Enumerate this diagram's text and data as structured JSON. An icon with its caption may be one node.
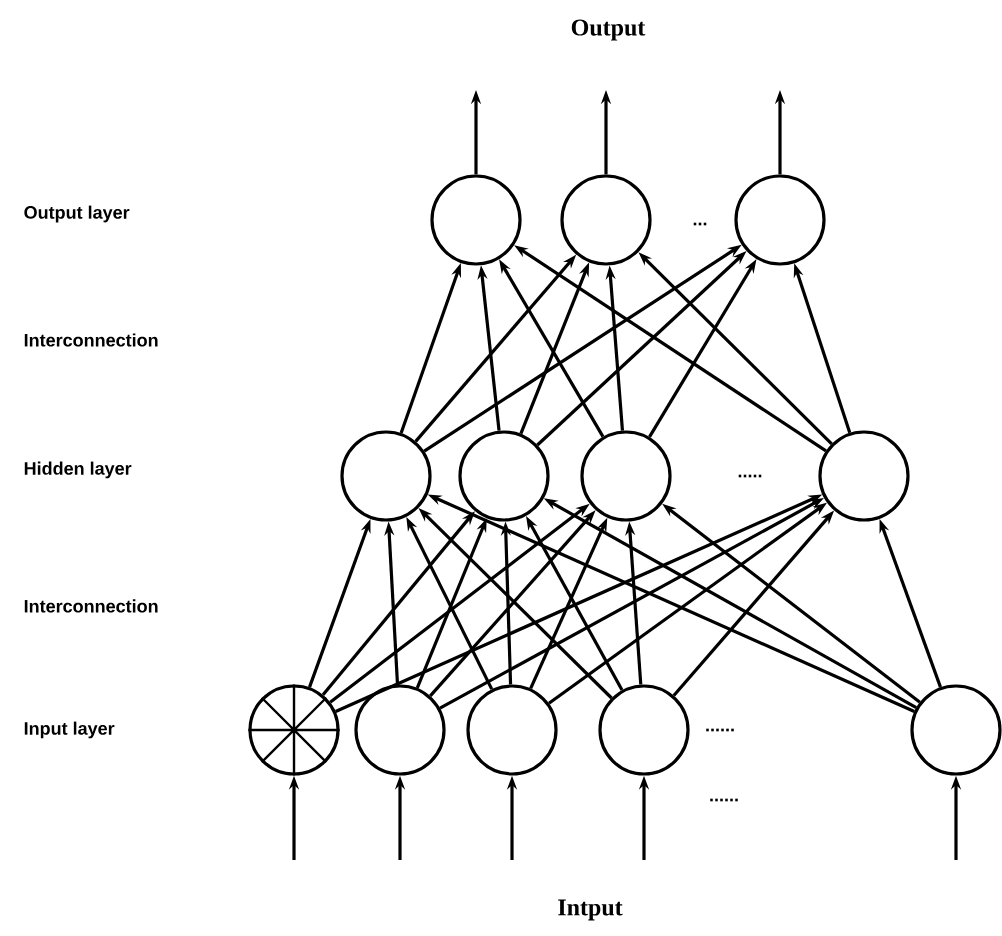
{
  "diagram": {
    "nodes": [
      {
        "text": [],
        "shape": "circle"
      },
      {
        "text": [],
        "shape": "circle"
      },
      {
        "text": [],
        "shape": "circle"
      },
      {
        "text": [],
        "shape": "circle"
      },
      {
        "text": [],
        "shape": "circle"
      },
      {
        "text": [],
        "shape": "circle"
      },
      {
        "text": [],
        "shape": "circle"
      },
      {
        "text": [],
        "shape": "circle"
      },
      {
        "text": [],
        "shape": "circle"
      },
      {
        "text": [],
        "shape": "circle"
      },
      {
        "text": [],
        "shape": "circle"
      },
      {
        "text": [],
        "shape": "circle"
      }
    ],
    "edges": [
      {
        "from": 0,
        "to": null,
        "arrow": "to"
      },
      {
        "from": 1,
        "to": null,
        "arrow": "to"
      },
      {
        "from": 2,
        "to": null,
        "arrow": "to"
      },
      {
        "from": 3,
        "to": 0,
        "arrow": "to"
      },
      {
        "from": 3,
        "to": 1,
        "arrow": "to"
      },
      {
        "from": 3,
        "to": 2,
        "arrow": "to"
      },
      {
        "from": 4,
        "to": 0,
        "arrow": "to"
      },
      {
        "from": 4,
        "to": 1,
        "arrow": "to"
      },
      {
        "from": 4,
        "to": 2,
        "arrow": "to"
      },
      {
        "from": 5,
        "to": 0,
        "arrow": "to"
      },
      {
        "from": 5,
        "to": 1,
        "arrow": "to"
      },
      {
        "from": 5,
        "to": 2,
        "arrow": "to"
      },
      {
        "from": 6,
        "to": 0,
        "arrow": "to"
      },
      {
        "from": 6,
        "to": 1,
        "arrow": "to"
      },
      {
        "from": 6,
        "to": 2,
        "arrow": "to"
      },
      {
        "from": 7,
        "to": 3,
        "arrow": "to"
      },
      {
        "from": 7,
        "to": 4,
        "arrow": "to"
      },
      {
        "from": 7,
        "to": 5,
        "arrow": "to"
      },
      {
        "from": 7,
        "to": 6,
        "arrow": "to"
      },
      {
        "from": 8,
        "to": 3,
        "arrow": "to"
      },
      {
        "from": 8,
        "to": 4,
        "arrow": "to"
      },
      {
        "from": 8,
        "to": 5,
        "arrow": "to"
      },
      {
        "from": 8,
        "to": 6,
        "arrow": "to"
      },
      {
        "from": 9,
        "to": 3,
        "arrow": "to"
      },
      {
        "from": 9,
        "to": 4,
        "arrow": "to"
      },
      {
        "from": 9,
        "to": 5,
        "arrow": "to"
      },
      {
        "from": 9,
        "to": 6,
        "arrow": "to"
      },
      {
        "from": 10,
        "to": 3,
        "arrow": "to"
      },
      {
        "from": 10,
        "to": 4,
        "arrow": "to"
      },
      {
        "from": 10,
        "to": 5,
        "arrow": "to"
      },
      {
        "from": 10,
        "to": 6,
        "arrow": "to"
      },
      {
        "from": 11,
        "to": 3,
        "arrow": "to"
      },
      {
        "from": 11,
        "to": 4,
        "arrow": "to"
      },
      {
        "from": 11,
        "to": 5,
        "arrow": "to"
      },
      {
        "from": 11,
        "to": 6,
        "arrow": "to"
      },
      {
        "from": null,
        "to": 7,
        "arrow": "to"
      },
      {
        "from": null,
        "to": 8,
        "arrow": "to"
      },
      {
        "from": null,
        "to": 9,
        "arrow": "to"
      },
      {
        "from": null,
        "to": 10,
        "arrow": "to"
      },
      {
        "from": null,
        "to": 11,
        "arrow": "to"
      }
    ],
    "labels": [
      "Output",
      "Output layer",
      "...",
      "Interconnection",
      "Hidden layer",
      ".....",
      "Interconnection",
      "Input layer",
      "......",
      "Intput",
      "......"
    ]
  }
}
